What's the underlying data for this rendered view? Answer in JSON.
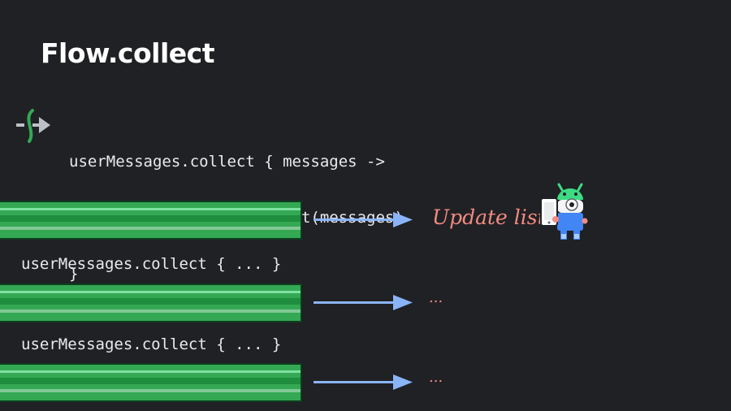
{
  "title": "Flow.collect",
  "code": {
    "line1": "userMessages.collect { messages ->",
    "line2": "    listAdapter.submitList(messages)",
    "line3": "}"
  },
  "rows": [
    {
      "result": "Update list"
    },
    {
      "label": "userMessages.collect { ... }",
      "result": "..."
    },
    {
      "label": "userMessages.collect { ... }",
      "result": "..."
    }
  ],
  "colors": {
    "background": "#202124",
    "lane_green": "#34a853",
    "arrow_blue": "#8ab4f8",
    "result_coral": "#f28b82"
  },
  "icons": [
    "flow-collect-icon",
    "arrow-right-icon",
    "android-phone-icon"
  ]
}
